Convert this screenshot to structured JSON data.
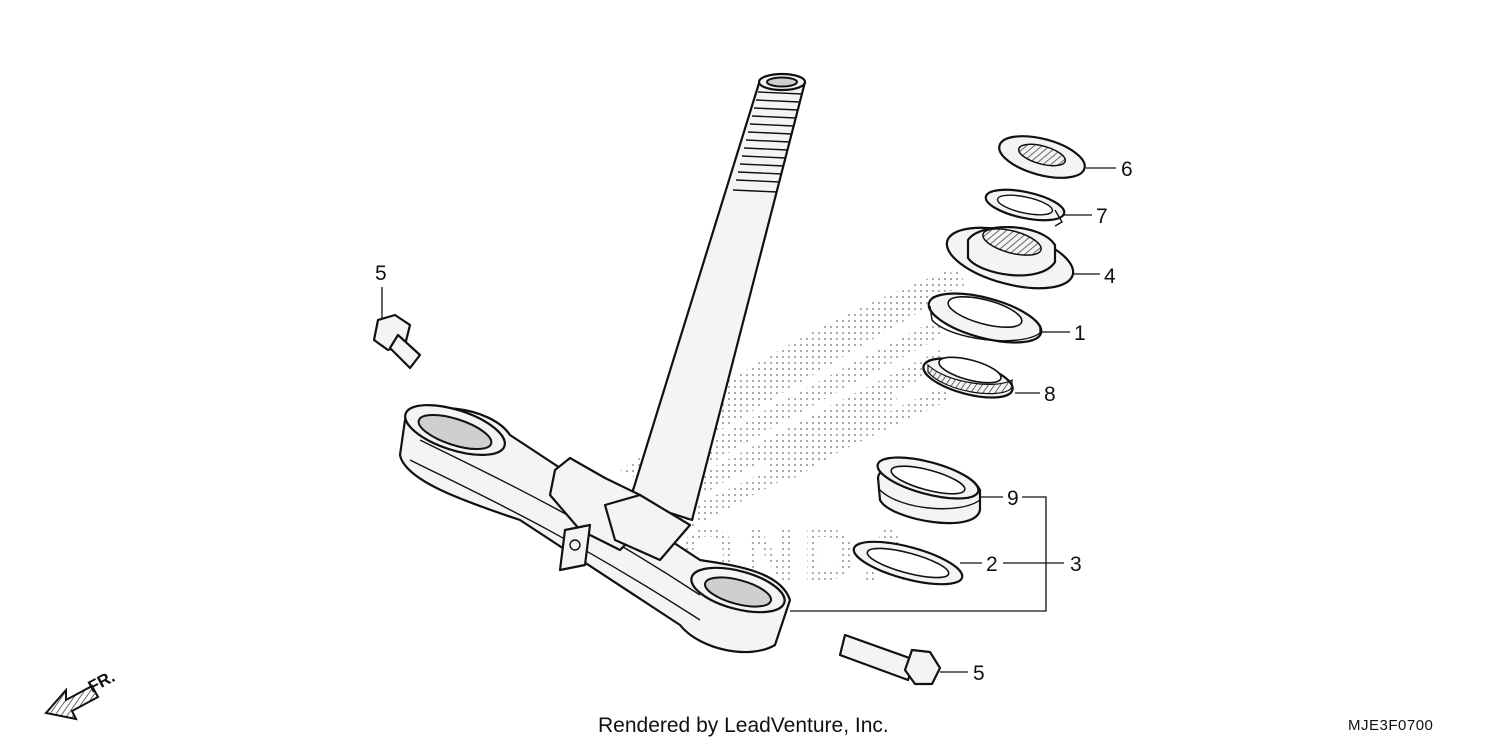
{
  "callouts": {
    "c6": "6",
    "c7": "7",
    "c4": "4",
    "c1": "1",
    "c8": "8",
    "c9": "9",
    "c2": "2",
    "c3": "3",
    "c5_top": "5",
    "c5_bottom": "5"
  },
  "footer": {
    "credit": "Rendered by LeadVenture, Inc.",
    "diagram_code": "MJE3F0700"
  },
  "direction_marker": {
    "label": "FR.",
    "icon": "front-direction-arrow-icon"
  },
  "watermark": {
    "label": "HONDA",
    "icon": "honda-wing-logo",
    "color": "#bdbdbd"
  },
  "colors": {
    "line": "#111111",
    "background": "#ffffff"
  }
}
